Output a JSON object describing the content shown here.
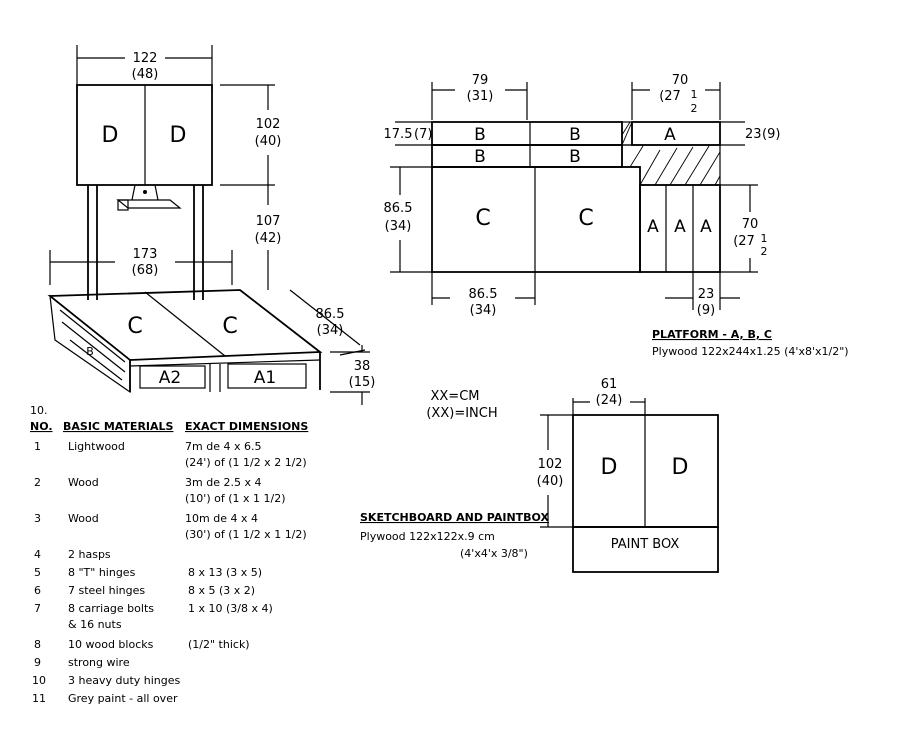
{
  "left_drawing": {
    "top_width": {
      "cm": "122",
      "in": "(48)"
    },
    "board_height": {
      "cm": "102",
      "in": "(40)"
    },
    "leg_height": {
      "cm": "107",
      "in": "(42)"
    },
    "platform_width": {
      "cm": "173",
      "in": "(68)"
    },
    "platform_depth": {
      "cm": "86.5",
      "in": "(34)"
    },
    "platform_height": {
      "cm": "38",
      "in": "(15)"
    },
    "panel_labels": {
      "d1": "D",
      "d2": "D",
      "c1": "C",
      "c2": "C",
      "b": "B",
      "a2": "A2",
      "a1": "A1"
    }
  },
  "platform_layout": {
    "b_width": {
      "cm": "79",
      "in": "(31)"
    },
    "b_height": {
      "cm": "17.5",
      "in": "(7)"
    },
    "a_width": {
      "cm": "70",
      "in": "(27",
      "frac": "1",
      "frac2": "2"
    },
    "a_height": {
      "cm": "23",
      "in": "(9)"
    },
    "c_height": {
      "cm": "86.5",
      "in": "(34)"
    },
    "a_column_height": {
      "cm": "70",
      "in": "(27",
      "frac": "1",
      "frac2": "2"
    },
    "c_width": {
      "cm": "86.5",
      "in": "(34)"
    },
    "a_column_width": {
      "cm": "23",
      "in": "(9)"
    },
    "labels": {
      "b": "B",
      "a": "A",
      "c": "C"
    },
    "title": "PLATFORM - A, B, C",
    "spec": "Plywood 122x244x1.25 (4'x8'x1/2\")"
  },
  "legend": {
    "cm": "XX=CM",
    "inch": "(XX)=INCH"
  },
  "sketchboard": {
    "width": {
      "cm": "61",
      "in": "(24)"
    },
    "height": {
      "cm": "102",
      "in": "(40)"
    },
    "label_d": "D",
    "paint_box": "PAINT BOX",
    "title": "SKETCHBOARD AND PAINTBOX",
    "spec_line1": "Plywood 122x122x.9 cm",
    "spec_line2": "(4'x4'x 3/8\")"
  },
  "materials": {
    "no_header_1": "10.",
    "no_header_2": "NO.",
    "materials_header": "BASIC MATERIALS",
    "dimensions_header": "EXACT DIMENSIONS",
    "rows": [
      {
        "no": "1",
        "material": "Lightwood",
        "dims": [
          "7m de 4 x 6.5",
          "(24') of (1 1/2 x 2 1/2)"
        ]
      },
      {
        "no": "2",
        "material": "Wood",
        "dims": [
          "3m de 2.5 x 4",
          "(10') of (1 x 1 1/2)"
        ]
      },
      {
        "no": "3",
        "material": "Wood",
        "dims": [
          "10m de 4 x 4",
          "(30') of (1 1/2 x 1 1/2)"
        ]
      },
      {
        "no": "4",
        "material": "2 hasps",
        "dims": []
      },
      {
        "no": "5",
        "material": "8 \"T\" hinges",
        "dims": [
          "8 x 13 (3 x 5)"
        ]
      },
      {
        "no": "6",
        "material": "7 steel hinges",
        "dims": [
          "8 x 5 (3 x 2)"
        ]
      },
      {
        "no": "7",
        "material": "8 carriage bolts",
        "material2": "& 16 nuts",
        "dims": [
          "1 x 10 (3/8 x 4)"
        ]
      },
      {
        "no": "8",
        "material": "10 wood blocks",
        "dims": [
          "(1/2\" thick)"
        ]
      },
      {
        "no": "9",
        "material": "strong wire",
        "dims": []
      },
      {
        "no": "10",
        "material": "3 heavy duty hinges",
        "dims": []
      },
      {
        "no": "11",
        "material": "Grey paint - all over",
        "dims": []
      }
    ]
  }
}
